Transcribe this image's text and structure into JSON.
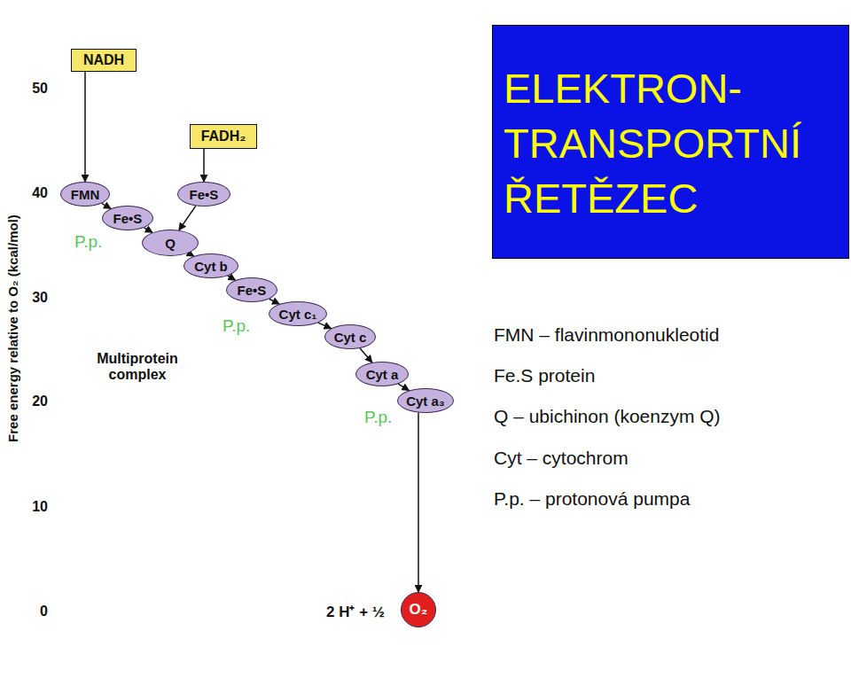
{
  "diagram": {
    "title": "ELEKTRON- TRANSPORTNÍ ŘETĚZEC",
    "nodes": [
      {
        "text": [
          "NADH"
        ]
      },
      {
        "text": [
          "FADH₂"
        ]
      },
      {
        "text": [
          "P.p."
        ]
      },
      {
        "text": [
          "FMN"
        ],
        "in": 2
      },
      {
        "text": [
          "Fe•S"
        ],
        "in": 2
      },
      {
        "text": [
          "Fe•S"
        ]
      },
      {
        "text": [
          "Q"
        ]
      },
      {
        "text": [
          "P.p."
        ]
      },
      {
        "text": [
          "Cyt b"
        ],
        "in": 7
      },
      {
        "text": [
          "Fe•S"
        ],
        "in": 7
      },
      {
        "text": [
          "Cyt c₁"
        ],
        "in": 7
      },
      {
        "text": [
          "Cyt c"
        ]
      },
      {
        "text": [
          "P.p."
        ]
      },
      {
        "text": [
          "Cyt a"
        ],
        "in": 12
      },
      {
        "text": [
          "Cyt a₃"
        ],
        "in": 12
      },
      {
        "text": [
          "O₂"
        ]
      }
    ],
    "edges": [
      {
        "from": 0,
        "to": 3,
        "arrow": "to"
      },
      {
        "from": 3,
        "to": 4,
        "arrow": "to"
      },
      {
        "from": 4,
        "to": 6,
        "arrow": "to"
      },
      {
        "from": 1,
        "to": 5,
        "arrow": "to"
      },
      {
        "from": 5,
        "to": 6,
        "arrow": "to"
      },
      {
        "from": 6,
        "to": 8,
        "arrow": "to"
      },
      {
        "from": 8,
        "to": 9,
        "arrow": "to"
      },
      {
        "from": 9,
        "to": 10,
        "arrow": "to"
      },
      {
        "from": 10,
        "to": 11,
        "arrow": "to"
      },
      {
        "from": 11,
        "to": 13,
        "arrow": "to"
      },
      {
        "from": 13,
        "to": 14,
        "arrow": "to"
      },
      {
        "from": 14,
        "to": 15,
        "arrow": "to"
      }
    ],
    "labels": [
      "50",
      "40",
      "30",
      "20",
      "10",
      "0",
      "Free energy relative to O₂ (kcal/mol)",
      "Multiprotein complex",
      "2 H⁺ + ½",
      "FMN – flavinmononukleotid",
      "Fe.S protein",
      "Q – ubichinon (koenzym Q)",
      "Cyt – cytochrom",
      "P.p. – protonová pumpa"
    ]
  }
}
